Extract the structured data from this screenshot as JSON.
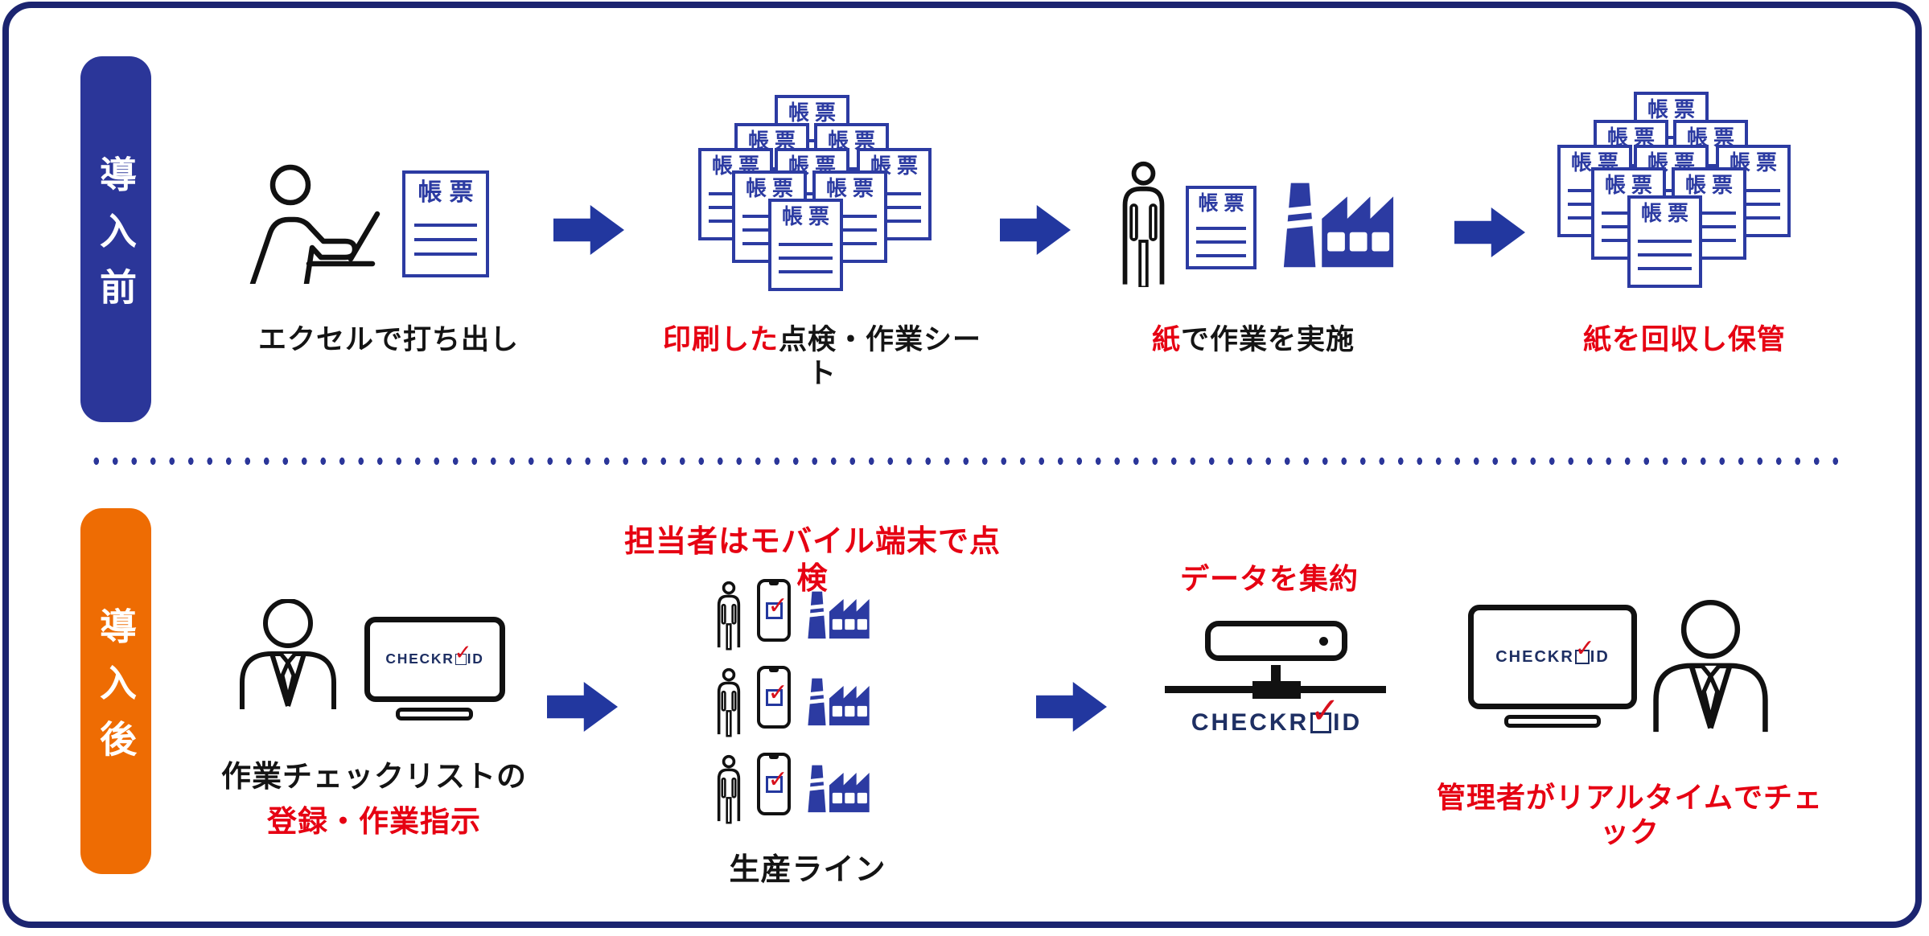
{
  "sections": {
    "before_label": "導入前",
    "after_label": "導入後"
  },
  "doc_label": "帳票",
  "logo": {
    "prefix": "CHECKR",
    "suffix": "ID",
    "check_icon": "✓"
  },
  "icons": {
    "check": "✓"
  },
  "colors": {
    "indigo": "#2b3699",
    "frame_navy": "#1b2470",
    "orange": "#ee6c03",
    "red": "#e60012",
    "document_blue": "#2c3ba2",
    "logo_navy": "#1e2f63",
    "icon_black": "#111111"
  },
  "before_captions": {
    "step1": "エクセルで打ち出し",
    "step2_red": "印刷した",
    "step2_black": "点検・作業シート",
    "step3_red": "紙",
    "step3_black": "で作業を実施",
    "step4_red": "紙を回収し保管"
  },
  "after_captions": {
    "register_black": "作業チェックリストの",
    "register_red": "登録・作業指示",
    "mobile_red": "担当者はモバイル端末で点検",
    "production_line": "生産ライン",
    "aggregate_red": "データを集約",
    "admin_red": "管理者がリアルタイムでチェック"
  }
}
